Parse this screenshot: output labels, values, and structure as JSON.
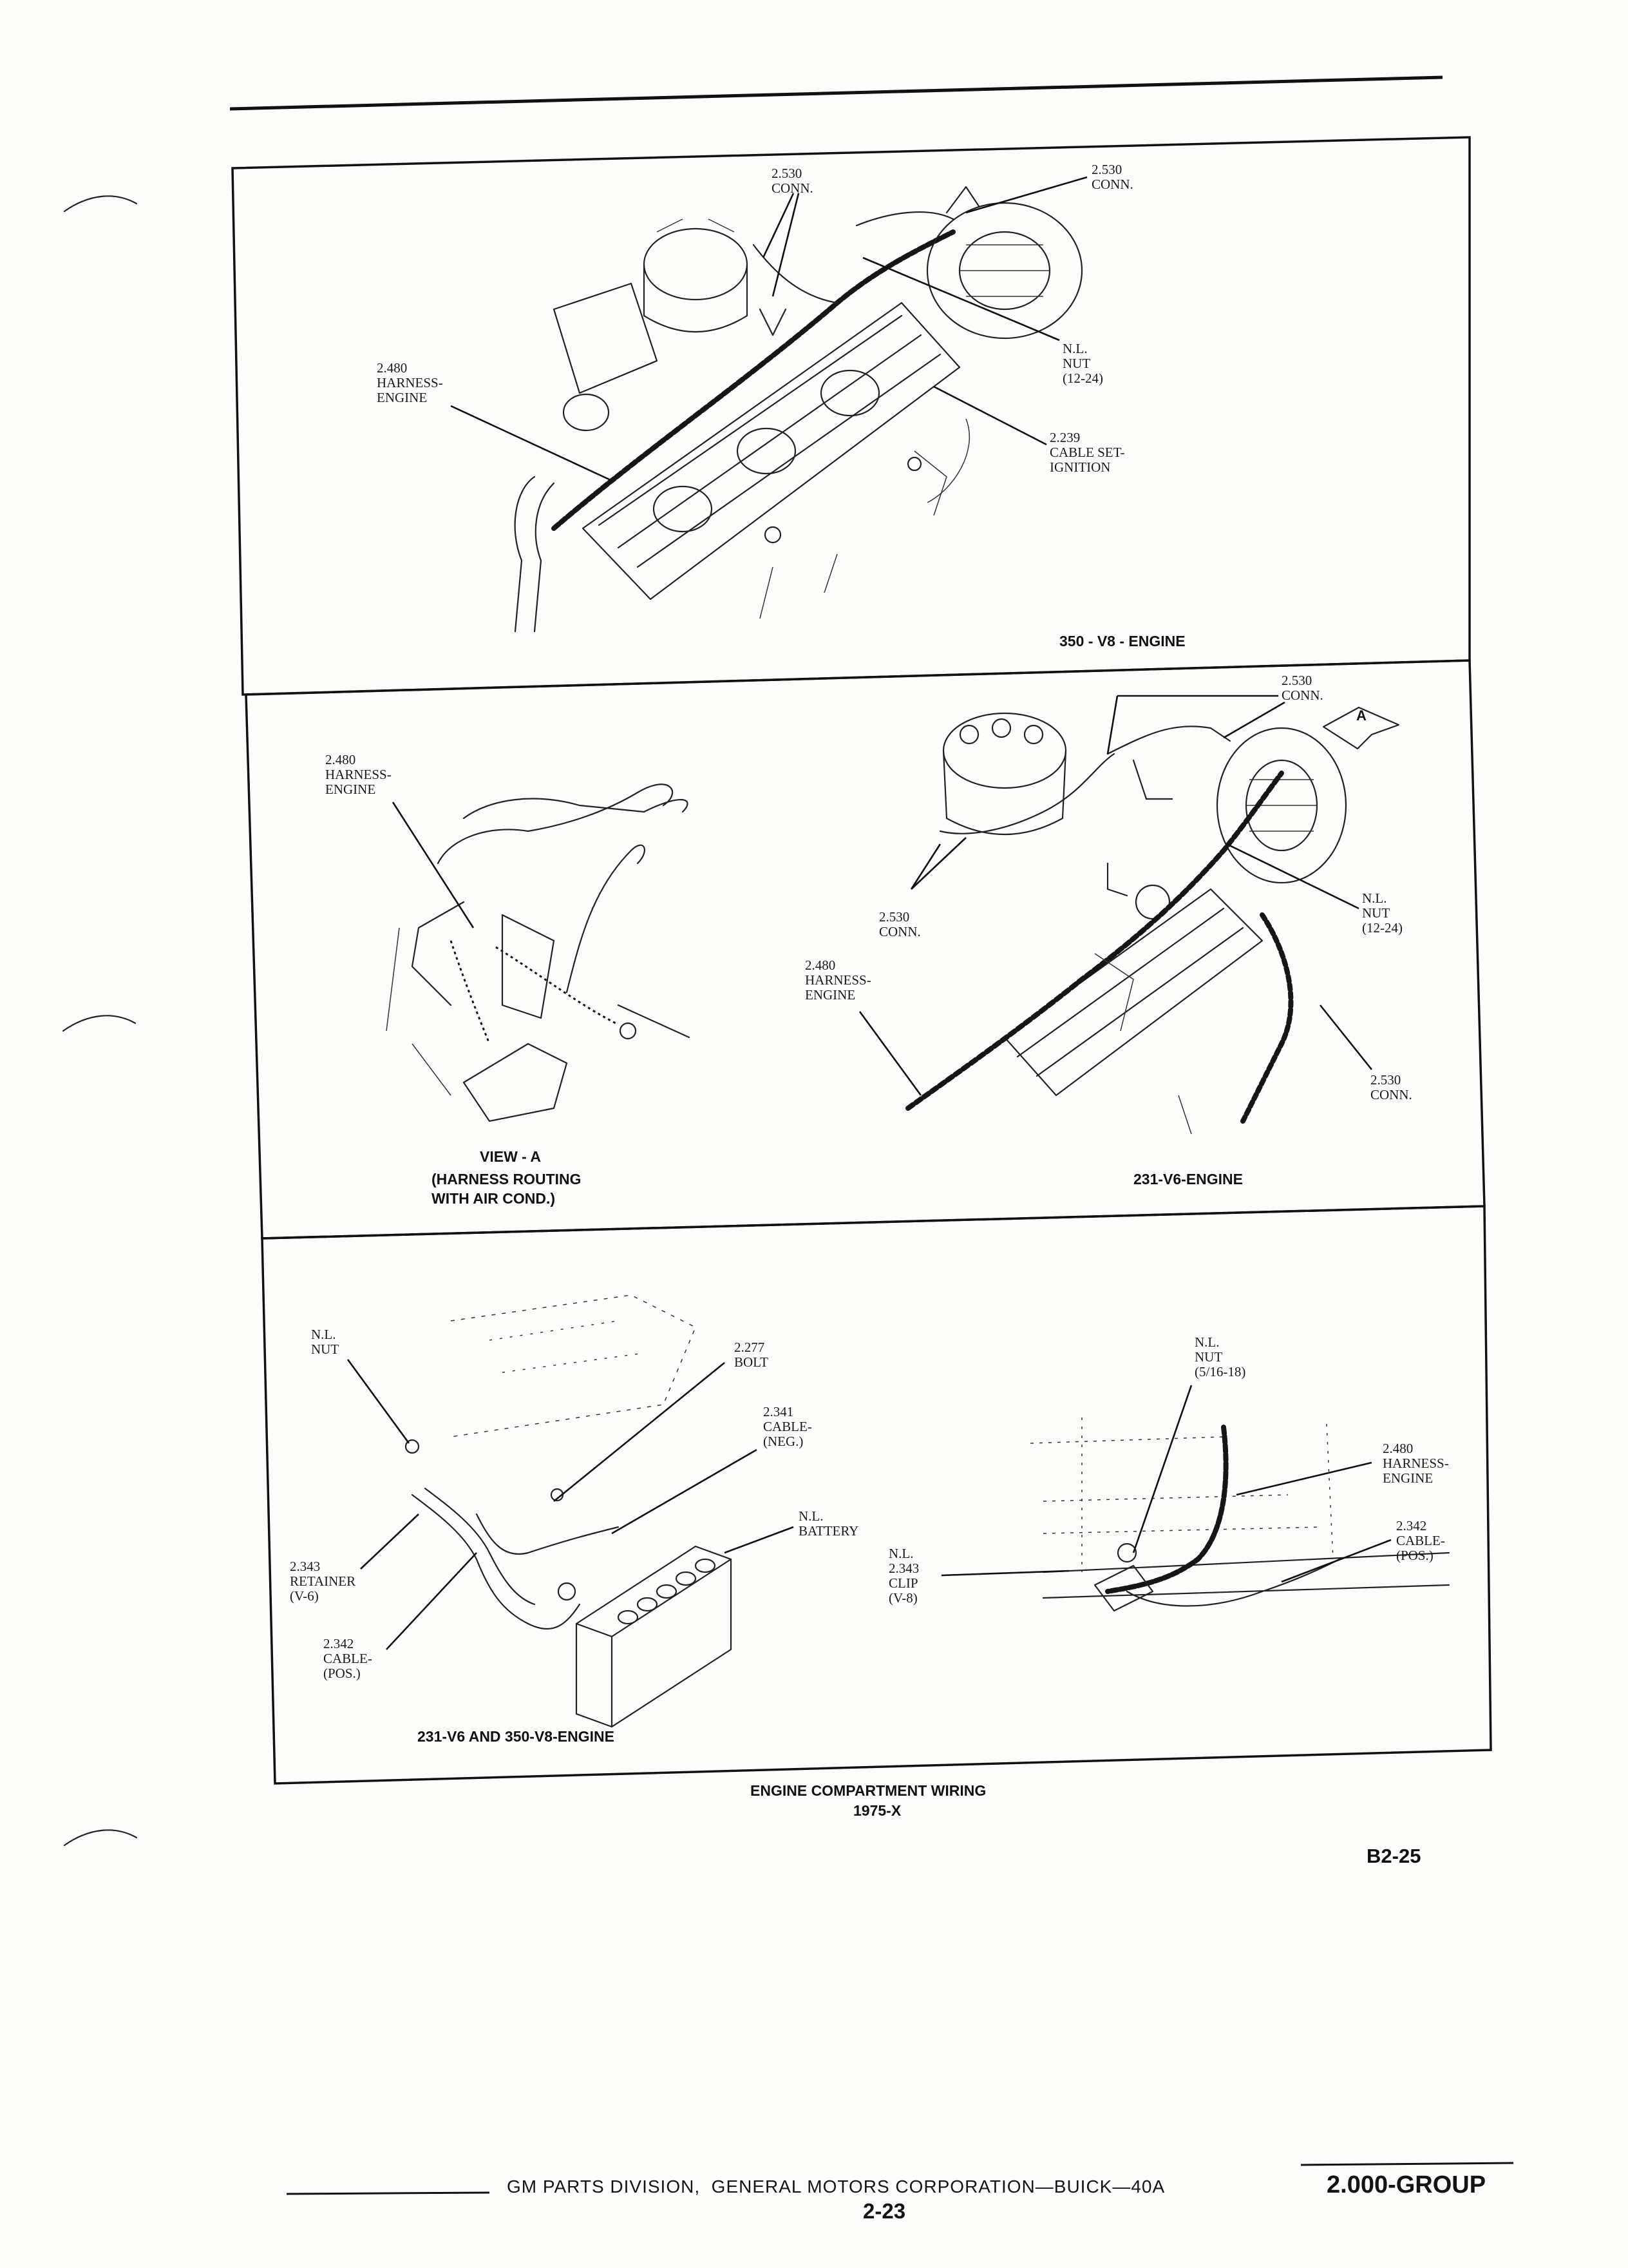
{
  "panels": {
    "top": {
      "caption": "350 - V8 - ENGINE",
      "callouts": {
        "conn_left": "2.530\nCONN.",
        "conn_right": "2.530\nCONN.",
        "harness": "2.480\nHARNESS-\nENGINE",
        "nut": "N.L.\nNUT\n(12-24)",
        "cable_set": "2.239\nCABLE SET-\nIGNITION"
      }
    },
    "view_a": {
      "caption_title": "VIEW - A",
      "caption_note": "(HARNESS ROUTING\nWITH AIR COND.)",
      "callouts": {
        "harness": "2.480\nHARNESS-\nENGINE"
      }
    },
    "v6": {
      "caption": "231-V6-ENGINE",
      "view_marker": "A",
      "callouts": {
        "conn_top": "2.530\nCONN.",
        "conn_left": "2.530\nCONN.",
        "harness": "2.480\nHARNESS-\nENGINE",
        "nut": "N.L.\nNUT\n(12-24)",
        "conn_bottom": "2.530\nCONN."
      }
    },
    "battery": {
      "caption": "231-V6 AND 350-V8-ENGINE",
      "callouts": {
        "nut": "N.L.\nNUT",
        "bolt": "2.277\nBOLT",
        "cable_neg": "2.341\nCABLE-\n(NEG.)",
        "battery": "N.L.\nBATTERY",
        "retainer": "2.343\nRETAINER\n(V-6)",
        "cable_pos": "2.342\nCABLE-\n(POS.)"
      }
    },
    "detail": {
      "callouts": {
        "nut": "N.L.\nNUT\n(5/16-18)",
        "harness": "2.480\nHARNESS-\nENGINE",
        "cable_pos": "2.342\nCABLE-\n(POS.)",
        "clip": "N.L.\n2.343\nCLIP\n(V-8)"
      }
    }
  },
  "figure_title": "ENGINE COMPARTMENT WIRING",
  "figure_subtitle": "1975-X",
  "figure_code": "B2-25",
  "footer": {
    "publisher": "GM PARTS DIVISION,  GENERAL MOTORS CORPORATION—BUICK—40A",
    "page_number": "2-23",
    "group": "2.000-GROUP"
  }
}
